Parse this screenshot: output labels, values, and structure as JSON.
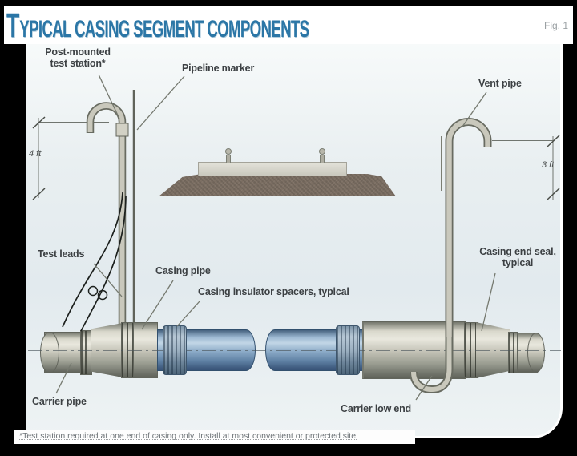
{
  "title": {
    "drop_cap": "T",
    "rest": "YPICAL CASING SEGMENT COMPONENTS",
    "fig_label": "Fig. 1"
  },
  "labels": {
    "post_station_line1": "Post-mounted",
    "post_station_line2": "test station*",
    "pipeline_marker": "Pipeline marker",
    "vent_pipe": "Vent pipe",
    "test_leads": "Test leads",
    "casing_pipe": "Casing pipe",
    "insulator_spacers": "Casing insulator spacers, typical",
    "end_seal_line1": "Casing end seal,",
    "end_seal_line2": "typical",
    "carrier_pipe": "Carrier pipe",
    "carrier_low_end": "Carrier low end"
  },
  "dimensions": {
    "left_height": "4 ft",
    "right_height": "3 ft"
  },
  "footnote": "*Test station required at one end of casing only. Install at most convenient or protected site.",
  "colors": {
    "title_blue": "#2b76a6",
    "label_gray": "#3c4043",
    "fig_gray": "#9aa0a3",
    "pipe_blue": "#7b9cbd",
    "pipe_gray": "#c4c3b7",
    "mound_brown": "#7c6f63",
    "panel_bg": "#edf2f4",
    "background": "#000000"
  }
}
